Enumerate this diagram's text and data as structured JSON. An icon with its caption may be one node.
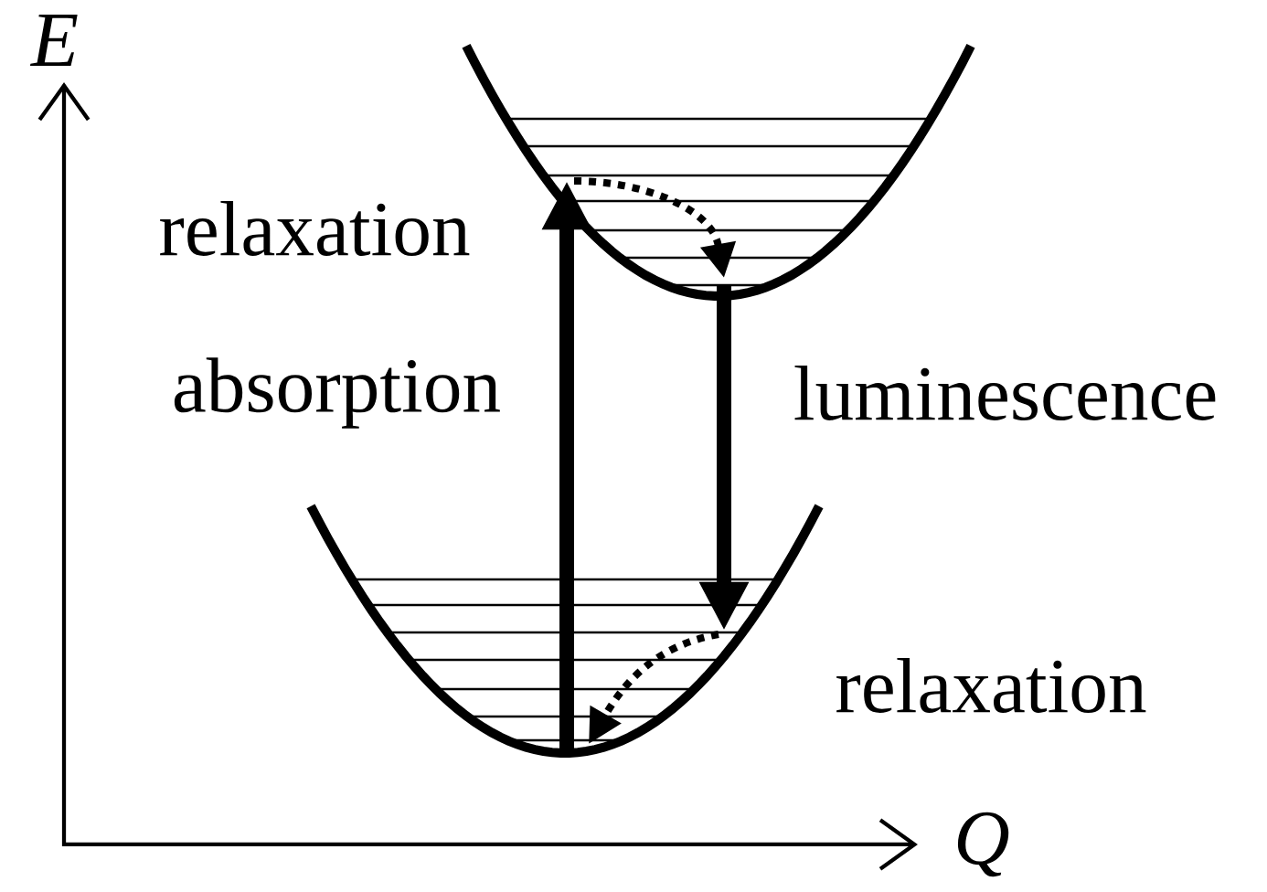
{
  "diagram": {
    "labels": [
      "E",
      "relaxation",
      "absorption",
      "luminescence",
      "relaxation",
      "Q"
    ]
  }
}
